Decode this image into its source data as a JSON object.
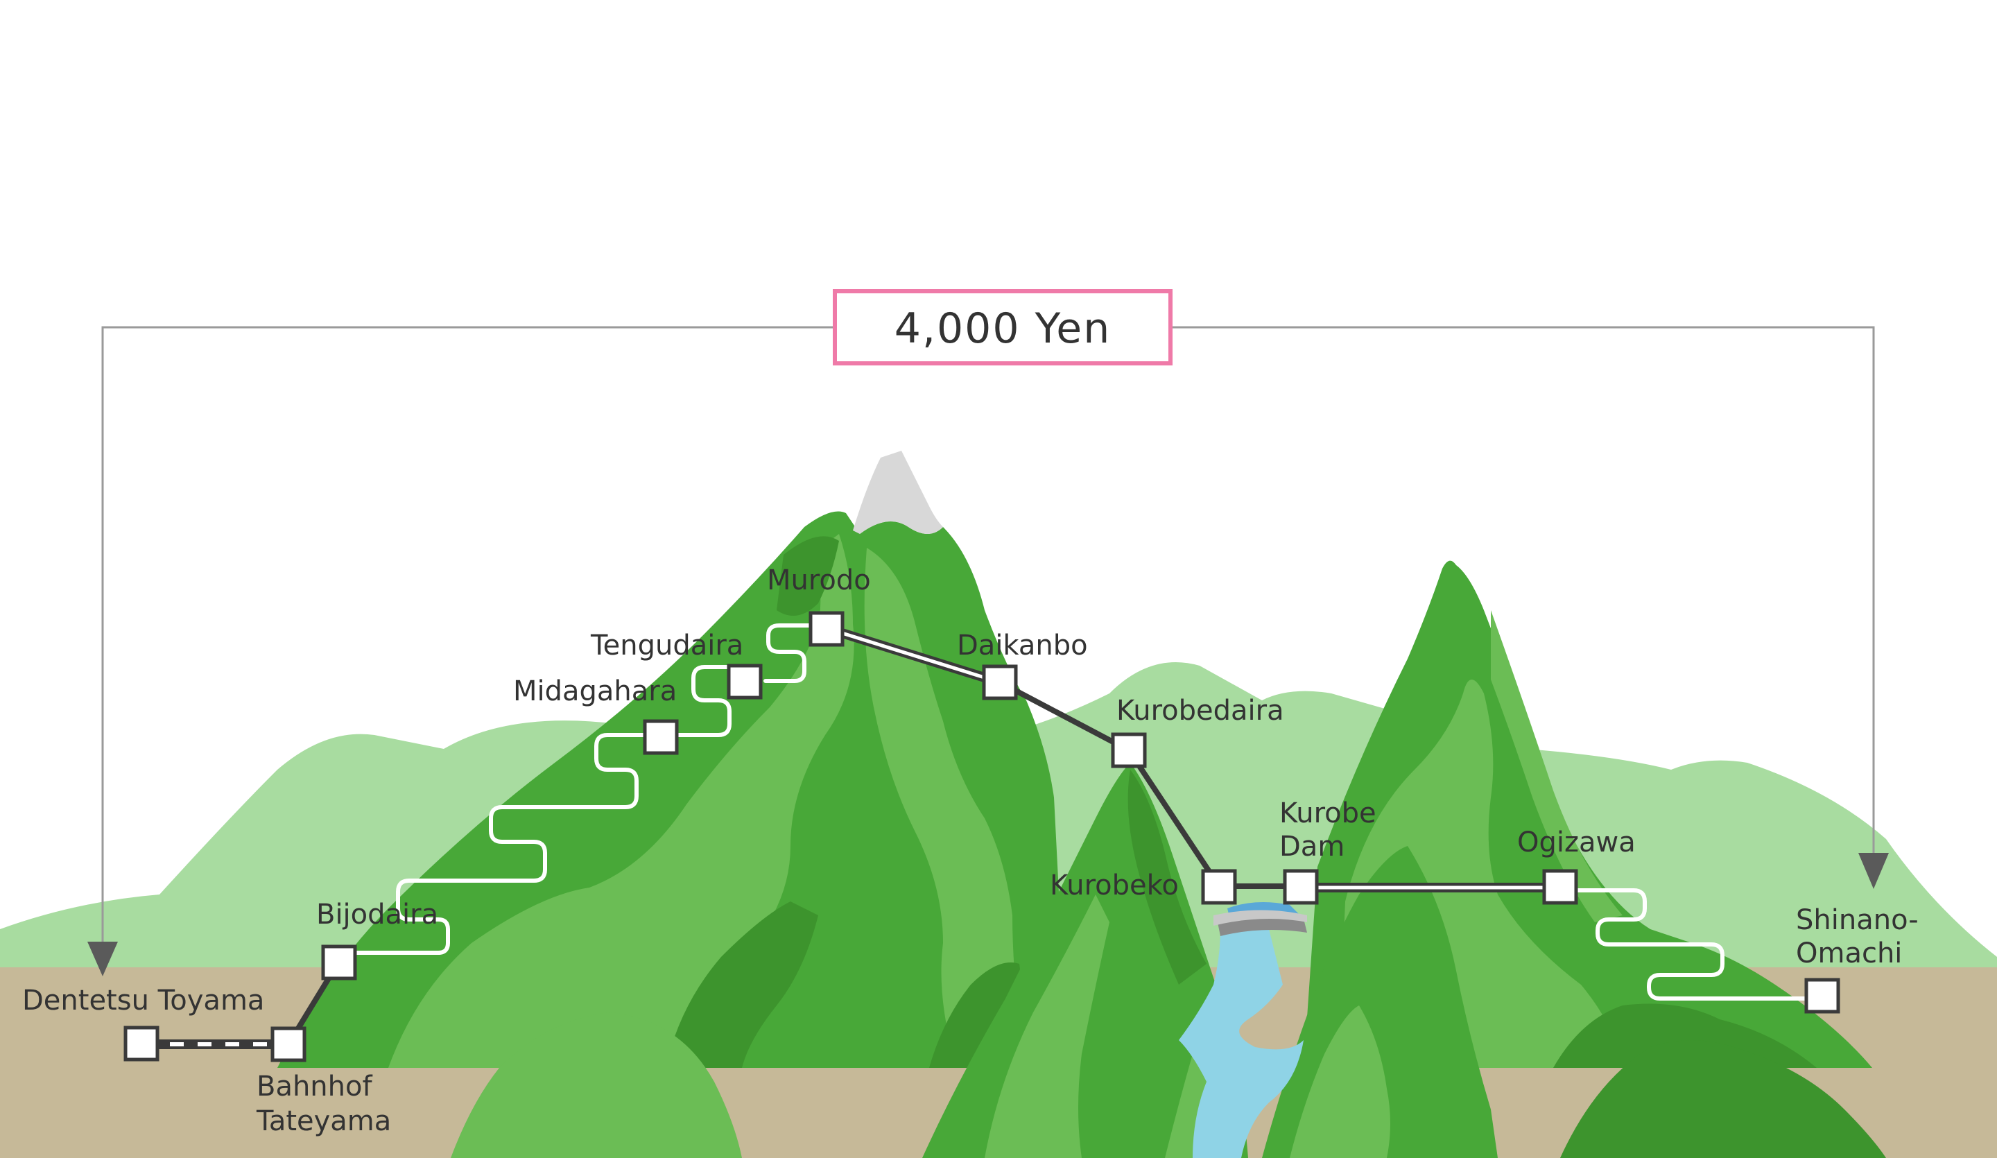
{
  "price": {
    "label": "4,000 Yen",
    "border_color": "#ef7aa8"
  },
  "stations": {
    "dentetsu_toyama": "Dentetsu Toyama",
    "bahnhof_tateyama_1": "Bahnhof",
    "bahnhof_tateyama_2": "Tateyama",
    "bijodaira": "Bijodaira",
    "midagahara": "Midagahara",
    "tengudaira": "Tengudaira",
    "murodo": "Murodo",
    "daikanbo": "Daikanbo",
    "kurobedaira": "Kurobedaira",
    "kurobeko": "Kurobeko",
    "kurobe_dam_1": "Kurobe",
    "kurobe_dam_2": "Dam",
    "ogizawa": "Ogizawa",
    "shinano_omachi_1": "Shinano-",
    "shinano_omachi_2": "Omachi"
  },
  "colors": {
    "ground": "#c6b998",
    "mountain_light": "#a8dca0",
    "mountain_mid": "#6bbd55",
    "mountain_base": "#48a838",
    "mountain_dark": "#3d942d",
    "snow": "#d8d8d8",
    "river": "#8fd3e6",
    "route": "#3a3a3a"
  }
}
